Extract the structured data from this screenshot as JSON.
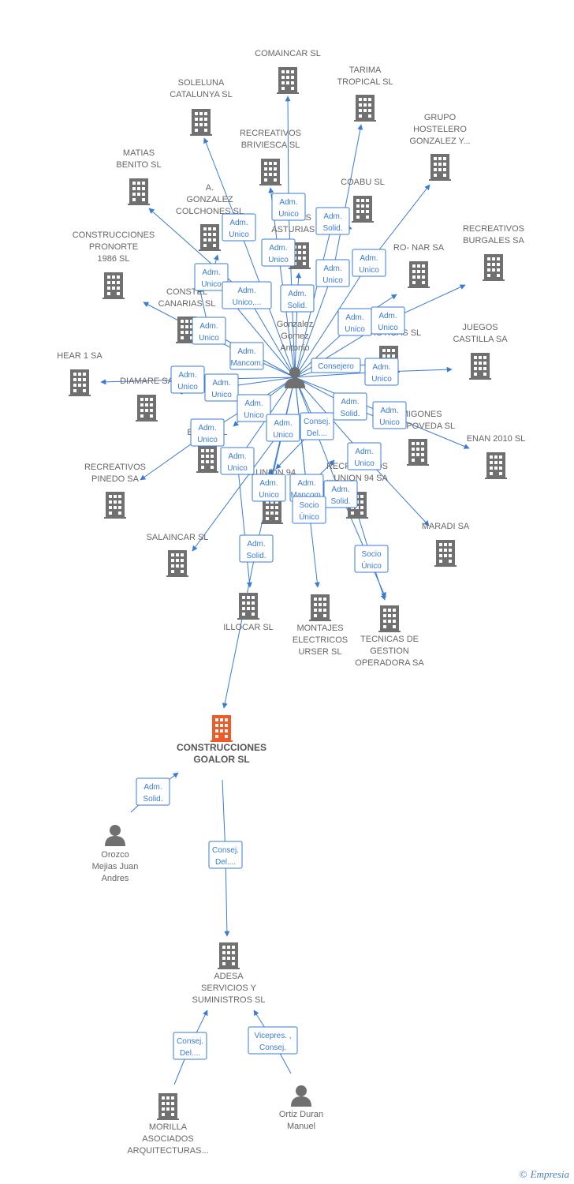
{
  "colors": {
    "edge": "#3a7bd5",
    "company": "#707070",
    "highlight": "#f05a28",
    "person": "#707070",
    "label": "#666666"
  },
  "nodes": [
    {
      "id": "comaincar",
      "type": "company",
      "label": [
        "COMAINCAR  SL"
      ]
    },
    {
      "id": "tarima",
      "type": "company",
      "label": [
        "TARIMA",
        "TROPICAL SL"
      ]
    },
    {
      "id": "soleluna",
      "type": "company",
      "label": [
        "SOLELUNA",
        "CATALUNYA SL"
      ]
    },
    {
      "id": "brivi",
      "type": "company",
      "label": [
        "RECREATIVOS",
        "BRIVIESCA SL"
      ]
    },
    {
      "id": "grupo",
      "type": "company",
      "label": [
        "GRUPO",
        "HOSTELERO",
        "GONZALEZ Y..."
      ]
    },
    {
      "id": "matias",
      "type": "company",
      "label": [
        "MATIAS",
        "BENITO SL"
      ]
    },
    {
      "id": "coabu",
      "type": "company",
      "label": [
        "COABU SL"
      ]
    },
    {
      "id": "agonz",
      "type": "company",
      "label": [
        "A.",
        "GONZALEZ",
        "COLCHONES SL"
      ]
    },
    {
      "id": "asturias",
      "type": "company",
      "label": [
        "...TAS",
        "ASTURIAS SL"
      ]
    },
    {
      "id": "burgales",
      "type": "company",
      "label": [
        "RECREATIVOS",
        "BURGALES SA"
      ]
    },
    {
      "id": "pronorte",
      "type": "company",
      "label": [
        "CONSTRUCCIONES",
        "PRONORTE",
        "1986  SL"
      ]
    },
    {
      "id": "ronar",
      "type": "company",
      "label": [
        "RO- NAR SA"
      ]
    },
    {
      "id": "constel",
      "type": "company",
      "label": [
        "CONSTEL",
        "CANARIAS  SL"
      ]
    },
    {
      "id": "exoticas",
      "type": "company",
      "label": [
        "...S",
        "Y EXOTICAS SL"
      ]
    },
    {
      "id": "juegos",
      "type": "company",
      "label": [
        "JUEGOS",
        "CASTILLA SA"
      ]
    },
    {
      "id": "hear",
      "type": "company",
      "label": [
        "HEAR 1 SA"
      ]
    },
    {
      "id": "diamare",
      "type": "company",
      "label": [
        "DIAMARE SA"
      ]
    },
    {
      "id": "hormigones",
      "type": "company",
      "label": [
        "...MIGONES",
        "...ELA POVEDA SL"
      ]
    },
    {
      "id": "bier",
      "type": "company",
      "label": [
        "BIER... SL"
      ]
    },
    {
      "id": "enan",
      "type": "company",
      "label": [
        "ENAN 2010 SL"
      ]
    },
    {
      "id": "pinedo",
      "type": "company",
      "label": [
        "RECREATIVOS",
        "PINEDO SA"
      ]
    },
    {
      "id": "union94",
      "type": "company",
      "label": [
        "...UNION 94",
        "C..."
      ]
    },
    {
      "id": "recunion",
      "type": "company",
      "label": [
        "RECREATIVOS",
        "...UNION 94 SA"
      ]
    },
    {
      "id": "maradi",
      "type": "company",
      "label": [
        "MARADI SA"
      ]
    },
    {
      "id": "salaincar",
      "type": "company",
      "label": [
        "SALAINCAR SL"
      ]
    },
    {
      "id": "illocar",
      "type": "company",
      "label": [
        "ILLOCAR SL"
      ]
    },
    {
      "id": "montajes",
      "type": "company",
      "label": [
        "MONTAJES",
        "ELECTRICOS",
        "URSER SL"
      ]
    },
    {
      "id": "tecnicas",
      "type": "company",
      "label": [
        "TECNICAS DE",
        "GESTION",
        "OPERADORA SA"
      ]
    },
    {
      "id": "gonzalez",
      "type": "person",
      "label": [
        "Gonzalez",
        "Gomez",
        "Antonio"
      ]
    },
    {
      "id": "goalor",
      "type": "company",
      "highlight": true,
      "label": [
        "CONSTRUCCIONES",
        "GOALOR SL"
      ]
    },
    {
      "id": "orozco",
      "type": "person",
      "label": [
        "Orozco",
        "Mejias Juan",
        "Andres"
      ]
    },
    {
      "id": "adesa",
      "type": "company",
      "label": [
        "ADESA",
        "SERVICIOS Y",
        "SUMINISTROS SL"
      ]
    },
    {
      "id": "morilla",
      "type": "company",
      "label": [
        "MORILLA",
        "ASOCIADOS",
        "ARQUITECTURAS..."
      ]
    },
    {
      "id": "ortiz",
      "type": "person",
      "label": [
        "Ortiz Duran",
        "Manuel"
      ]
    }
  ],
  "edge_labels": [
    [
      "Adm.",
      "Unico"
    ],
    [
      "Adm.",
      "Unico"
    ],
    [
      "Adm.",
      "Solid."
    ],
    [
      "Adm.",
      "Unico"
    ],
    [
      "Adm.",
      "Unico"
    ],
    [
      "Adm.",
      "Unico"
    ],
    [
      "Adm.",
      "Unico,..."
    ],
    [
      "Adm.",
      "Solid."
    ],
    [
      "Adm.",
      "Unico"
    ],
    [
      "Adm.",
      "Unico"
    ],
    [
      "Adm.",
      "Unico"
    ],
    [
      "Adm.",
      "Mancom."
    ],
    [
      "Consejero"
    ],
    [
      "Adm.",
      "Unico"
    ],
    [
      "Adm.",
      "Unico"
    ],
    [
      "Adm.",
      "Unico"
    ],
    [
      "Adm.",
      "Unico"
    ],
    [
      "Adm.",
      "Unico"
    ],
    [
      "Consej.",
      "Del...."
    ],
    [
      "Adm.",
      "Solid."
    ],
    [
      "Adm.",
      "Unico"
    ],
    [
      "Adm.",
      "Unico"
    ],
    [
      "Adm.",
      "Unico"
    ],
    [
      "Adm.",
      "Unico"
    ],
    [
      "Adm.",
      "Unico"
    ],
    [
      "Adm.",
      "Mancom."
    ],
    [
      "Adm.",
      "Solid."
    ],
    [
      "Socio",
      "Único"
    ],
    [
      "Adm.",
      "Solid."
    ],
    [
      "Socio",
      "Único"
    ],
    [
      "Adm.",
      "Solid."
    ],
    [
      "Consej.",
      "Del...."
    ],
    [
      "Consej.",
      "Del...."
    ],
    [
      "Vicepres. ,",
      "Consej."
    ],
    [
      "Adm.",
      "Unico"
    ]
  ],
  "footer": {
    "copyright": "©",
    "brand": "Empresia"
  }
}
